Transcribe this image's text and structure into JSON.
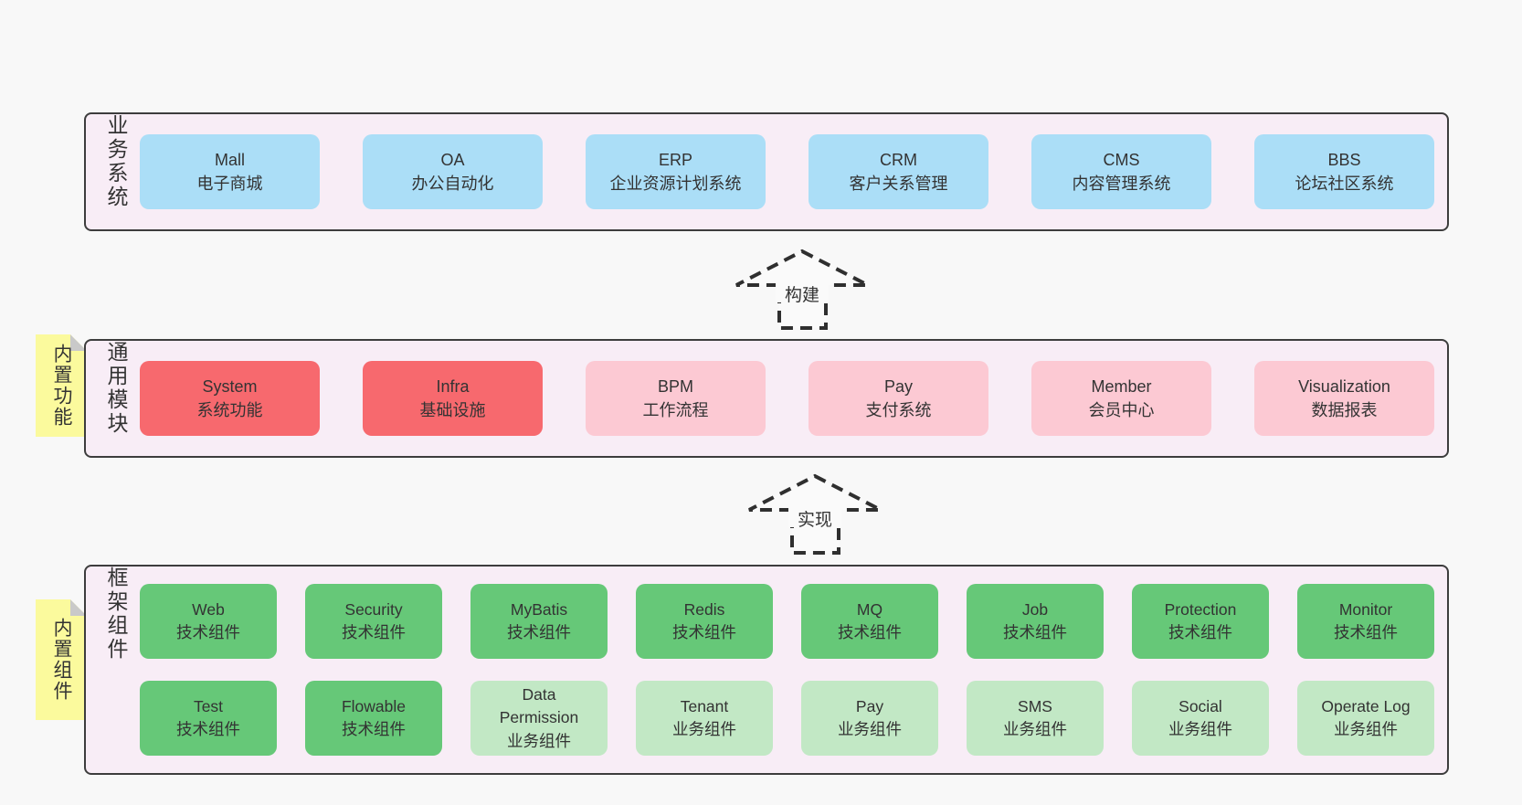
{
  "colors": {
    "pageBg": "#f8f8f8",
    "layerBg": "#f8edf6",
    "layerBorder": "#3d3d3d",
    "text": "#333333",
    "arrowStroke": "#2f2f2f",
    "arrowFill": "#fafafa",
    "noteYellow": "#fbfa9d",
    "noteFold": "#c9c9c9",
    "blue": "#abdef7",
    "red": "#f7696e",
    "pink": "#fcc9d3",
    "green": "#66c878",
    "lightGreen": "#c2e8c5"
  },
  "arrows": [
    {
      "label": "构建"
    },
    {
      "label": "实现"
    }
  ],
  "notes": [
    {
      "label": "内置功能"
    },
    {
      "label": "内置组件"
    }
  ],
  "layers": [
    {
      "label": "业务系统",
      "rows": [
        [
          {
            "name": "Mall",
            "desc": "电子商城",
            "type": "blue"
          },
          {
            "name": "OA",
            "desc": "办公自动化",
            "type": "blue"
          },
          {
            "name": "ERP",
            "desc": "企业资源计划系统",
            "type": "blue"
          },
          {
            "name": "CRM",
            "desc": "客户关系管理",
            "type": "blue"
          },
          {
            "name": "CMS",
            "desc": "内容管理系统",
            "type": "blue"
          },
          {
            "name": "BBS",
            "desc": "论坛社区系统",
            "type": "blue"
          }
        ]
      ]
    },
    {
      "label": "通用模块",
      "rows": [
        [
          {
            "name": "System",
            "desc": "系统功能",
            "type": "red"
          },
          {
            "name": "Infra",
            "desc": "基础设施",
            "type": "red"
          },
          {
            "name": "BPM",
            "desc": "工作流程",
            "type": "pink"
          },
          {
            "name": "Pay",
            "desc": "支付系统",
            "type": "pink"
          },
          {
            "name": "Member",
            "desc": "会员中心",
            "type": "pink"
          },
          {
            "name": "Visualization",
            "desc": "数据报表",
            "type": "pink"
          }
        ]
      ]
    },
    {
      "label": "框架组件",
      "rows": [
        [
          {
            "name": "Web",
            "desc": "技术组件",
            "type": "green"
          },
          {
            "name": "Security",
            "desc": "技术组件",
            "type": "green"
          },
          {
            "name": "MyBatis",
            "desc": "技术组件",
            "type": "green"
          },
          {
            "name": "Redis",
            "desc": "技术组件",
            "type": "green"
          },
          {
            "name": "MQ",
            "desc": "技术组件",
            "type": "green"
          },
          {
            "name": "Job",
            "desc": "技术组件",
            "type": "green"
          },
          {
            "name": "Protection",
            "desc": "技术组件",
            "type": "green"
          },
          {
            "name": "Monitor",
            "desc": "技术组件",
            "type": "green"
          }
        ],
        [
          {
            "name": "Test",
            "desc": "技术组件",
            "type": "green"
          },
          {
            "name": "Flowable",
            "desc": "技术组件",
            "type": "green"
          },
          {
            "name": "Data Permission",
            "desc": "业务组件",
            "type": "lightGreen"
          },
          {
            "name": "Tenant",
            "desc": "业务组件",
            "type": "lightGreen"
          },
          {
            "name": "Pay",
            "desc": "业务组件",
            "type": "lightGreen"
          },
          {
            "name": "SMS",
            "desc": "业务组件",
            "type": "lightGreen"
          },
          {
            "name": "Social",
            "desc": "业务组件",
            "type": "lightGreen"
          },
          {
            "name": "Operate Log",
            "desc": "业务组件",
            "type": "lightGreen"
          }
        ]
      ]
    }
  ]
}
